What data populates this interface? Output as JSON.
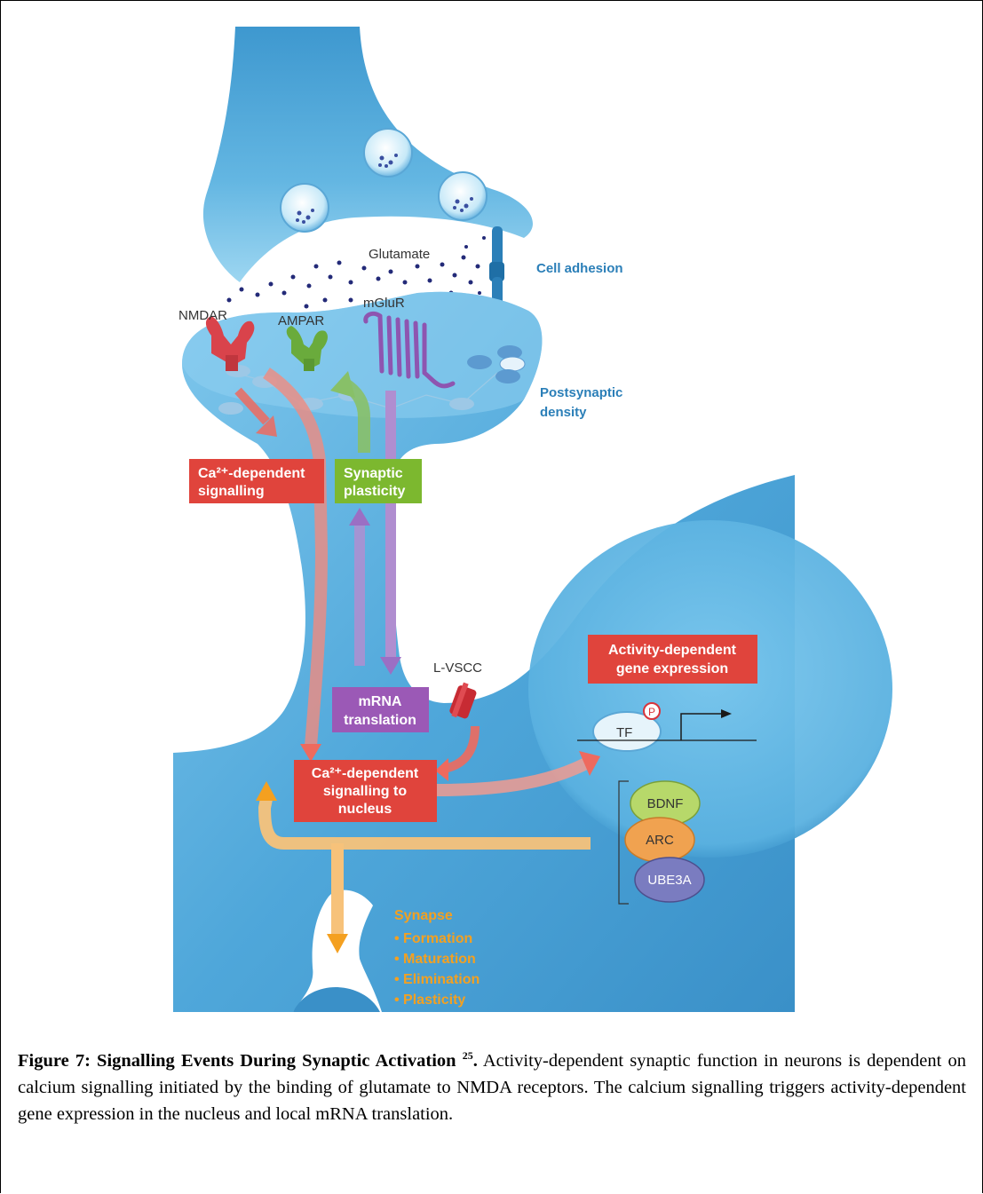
{
  "labels": {
    "glutamate": "Glutamate",
    "cell_adhesion": "Cell adhesion",
    "nmdar": "NMDAR",
    "ampar": "AMPAR",
    "mglur": "mGluR",
    "psd_line1": "Postsynaptic",
    "psd_line2": "density",
    "lvscc": "L-VSCC",
    "tf": "TF",
    "phospho": "P"
  },
  "boxes": {
    "ca_signalling_l1": "Ca²⁺-dependent",
    "ca_signalling_l2": "signalling",
    "plasticity_l1": "Synaptic",
    "plasticity_l2": "plasticity",
    "mrna_l1": "mRNA",
    "mrna_l2": "translation",
    "ca_nucleus_l1": "Ca²⁺-dependent",
    "ca_nucleus_l2": "signalling to",
    "ca_nucleus_l3": "nucleus",
    "gene_l1": "Activity-dependent",
    "gene_l2": "gene expression"
  },
  "proteins": [
    "BDNF",
    "ARC",
    "UBE3A"
  ],
  "synapse": {
    "title": "Synapse",
    "items": [
      "• Formation",
      "• Maturation",
      "• Elimination",
      "• Plasticity"
    ]
  },
  "caption": {
    "title": "Figure 7: Signalling Events During Synaptic Activation",
    "ref": "25",
    "period": ".",
    "text": " Activity-dependent synaptic function in neurons is dependent on calcium signalling initiated by the binding of glutamate to NMDA receptors. The calcium signalling triggers activity-dependent gene expression in the nucleus and local mRNA translation."
  },
  "colors": {
    "membrane": "#4ea8d8",
    "membrane_light": "#8fd0f0",
    "red_box": "#e0443c",
    "green_box": "#7cb82f",
    "purple_box": "#9b59b6",
    "orange": "#f4a020"
  }
}
